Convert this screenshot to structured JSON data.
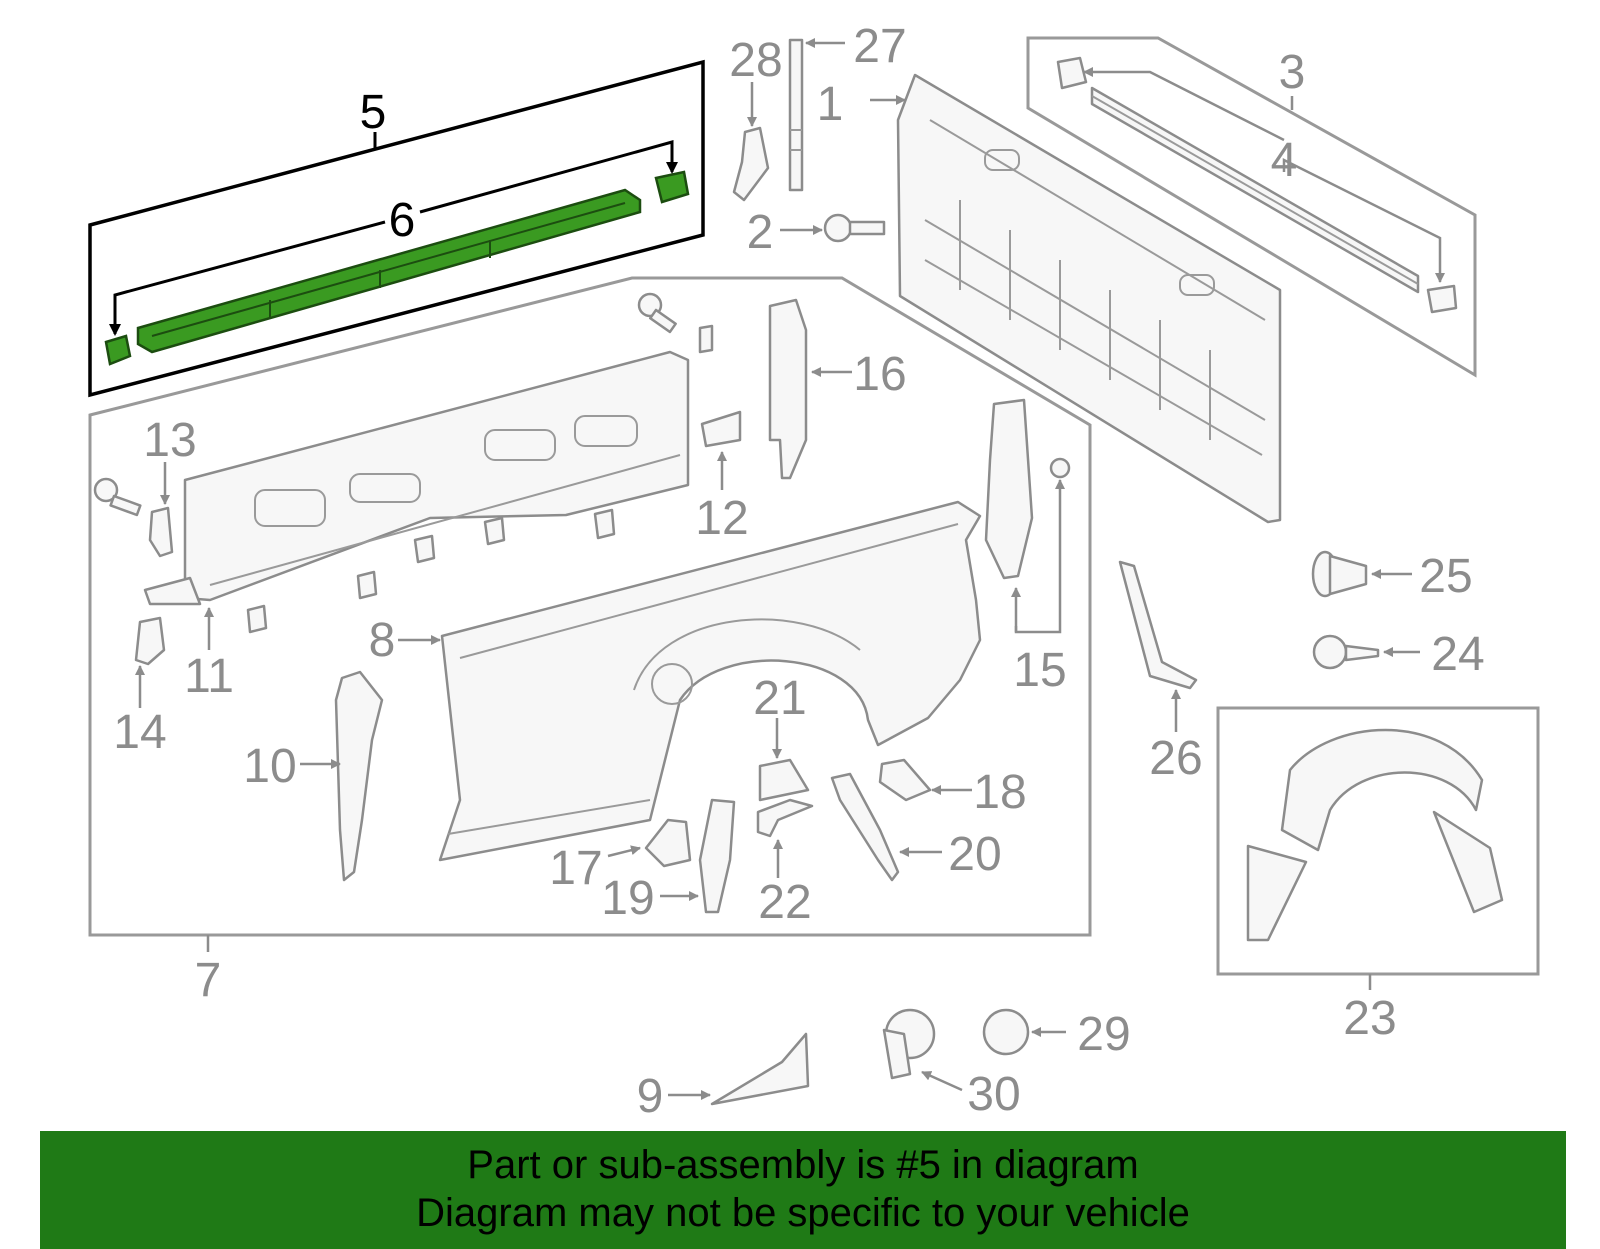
{
  "highlighted_part": "5",
  "callouts": {
    "c1": "1",
    "c2": "2",
    "c3": "3",
    "c4": "4",
    "c5": "5",
    "c6": "6",
    "c7": "7",
    "c8": "8",
    "c9": "9",
    "c10": "10",
    "c11": "11",
    "c12": "12",
    "c13": "13",
    "c14": "14",
    "c15": "15",
    "c16": "16",
    "c17": "17",
    "c18": "18",
    "c19": "19",
    "c20": "20",
    "c21": "21",
    "c22": "22",
    "c23": "23",
    "c24": "24",
    "c25": "25",
    "c26": "26",
    "c27": "27",
    "c28": "28",
    "c29": "29",
    "c30": "30"
  },
  "banner": {
    "line1": "Part or sub-assembly is #5 in diagram",
    "line2": "Diagram may not be specific to your vehicle"
  },
  "colors": {
    "highlight": "#3a9a21",
    "banner": "#1f7a16",
    "line": "#8c8c8c"
  }
}
